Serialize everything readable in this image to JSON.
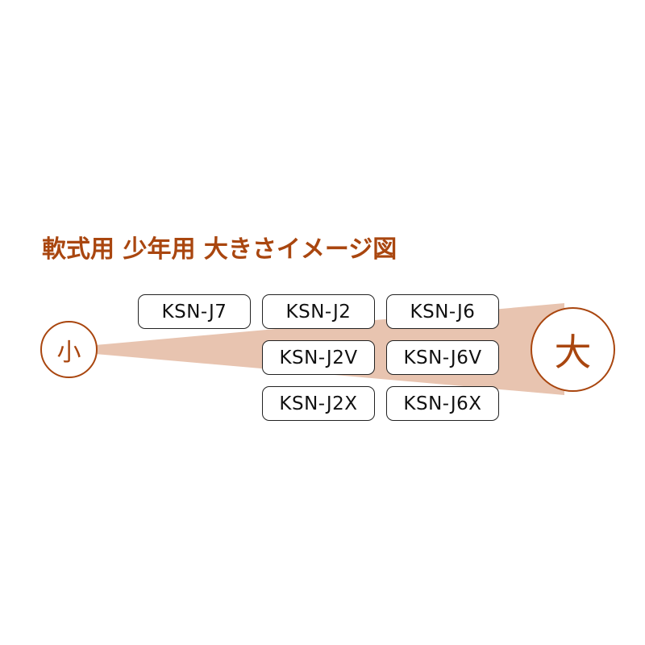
{
  "title": "軟式用 少年用 大きさイメージ図",
  "colors": {
    "accent": "#a9460f",
    "wedge": "#e8c4b0",
    "box_border": "#222222"
  },
  "scale": {
    "small_label": "小",
    "large_label": "大"
  },
  "models": [
    {
      "label": "KSN-J7",
      "row": 0,
      "col": 0
    },
    {
      "label": "KSN-J2",
      "row": 0,
      "col": 1
    },
    {
      "label": "KSN-J6",
      "row": 0,
      "col": 2
    },
    {
      "label": "KSN-J2V",
      "row": 1,
      "col": 1
    },
    {
      "label": "KSN-J6V",
      "row": 1,
      "col": 2
    },
    {
      "label": "KSN-J2X",
      "row": 2,
      "col": 1
    },
    {
      "label": "KSN-J6X",
      "row": 2,
      "col": 2
    }
  ]
}
